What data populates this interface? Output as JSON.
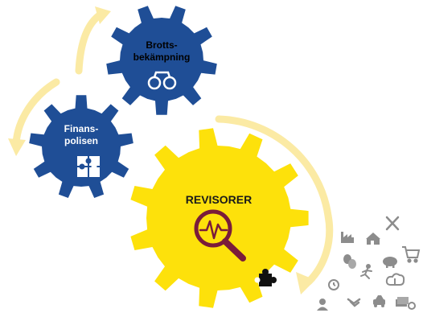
{
  "gears": [
    {
      "id": "brottsbekampning",
      "label_lines": [
        "Brotts-",
        "bekämpning"
      ],
      "icon": "handcuffs-icon",
      "fill": "#1f4e96",
      "text_color": "#000000"
    },
    {
      "id": "finanspolisen",
      "label_lines": [
        "Finans-",
        "polisen"
      ],
      "icon": "puzzle-icon",
      "fill": "#1f4e96",
      "text_color": "#ffffff"
    },
    {
      "id": "revisorer",
      "label_lines": [
        "REVISORER"
      ],
      "icon": "magnifier-chart-icon",
      "fill": "#fde10b",
      "text_color": "#1a1a1a"
    }
  ],
  "colors": {
    "arrow_pale": "#fbeaa4",
    "accent_dark": "#7a1c3a",
    "small_icons": "#8c8c8c"
  },
  "small_icons": [
    "factory-icon",
    "store-icon",
    "fork-knife-icon",
    "masks-icon",
    "piggy-bank-icon",
    "cart-icon",
    "person-running-icon",
    "watch-icon",
    "cloud-download-icon",
    "person-icon",
    "handshake-icon",
    "car-icon",
    "money-icon",
    "puzzle-piece-small-icon"
  ]
}
